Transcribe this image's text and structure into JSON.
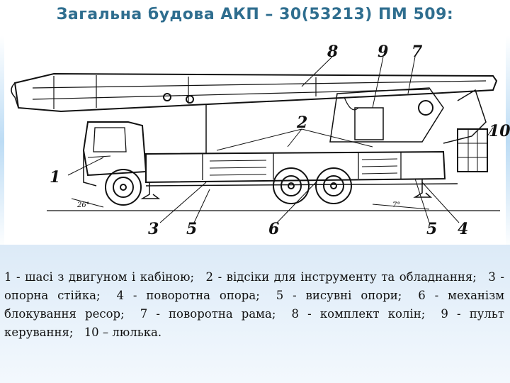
{
  "title": "Загальна будова АКП – 30(53213)  ПМ 509:",
  "diagram": {
    "labels": [
      "1",
      "2",
      "3",
      "4",
      "5",
      "5",
      "6",
      "7",
      "8",
      "9",
      "10"
    ],
    "angles": [
      "26°",
      "7°"
    ]
  },
  "caption": [
    "1 - шасі з двигуном і кабіною;",
    "2 - відсіки для інструменту та обладнання;",
    "3 - опорна стійка;",
    "4 - поворотна опора;",
    "5 - висувні опори;",
    "6 - механізм блокування ресор;",
    "7 - поворотна рама;",
    "8 - комплект колін;",
    "9 - пульт керування;",
    "10 – люлька."
  ]
}
